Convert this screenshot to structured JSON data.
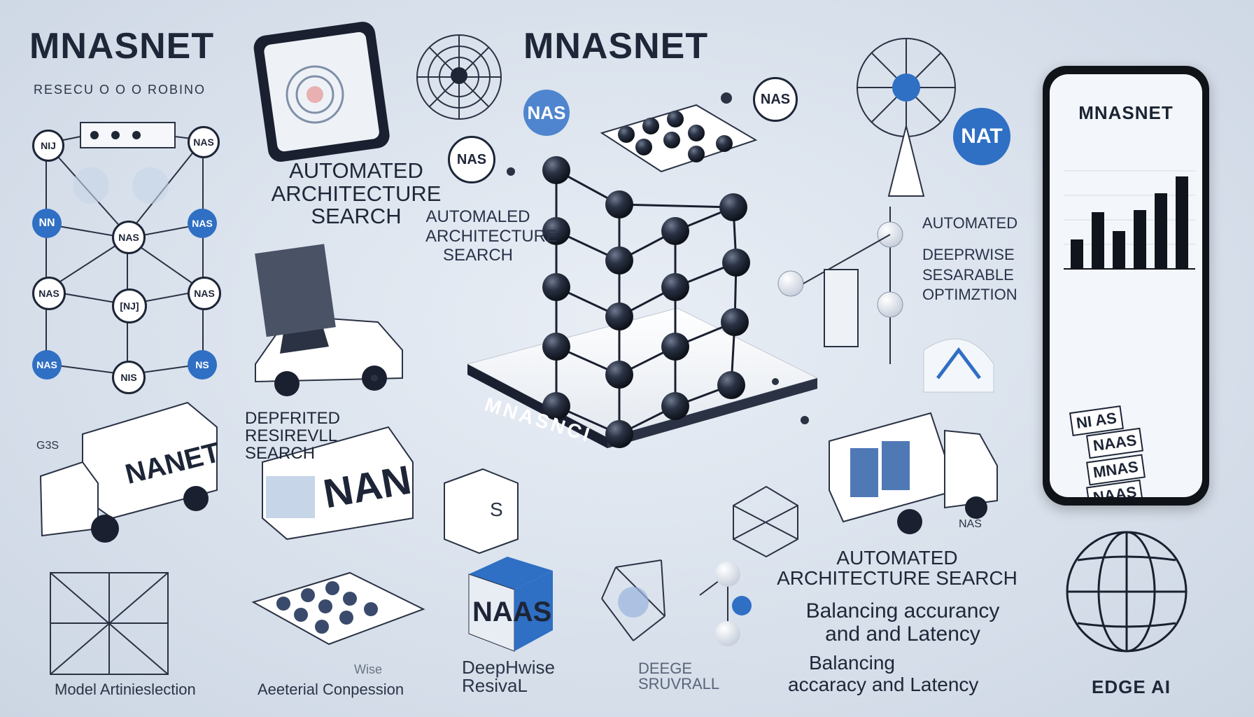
{
  "headings": {
    "left_title": "MNASNET",
    "center_title": "MNASNET"
  },
  "left_column": {
    "scribble": "RESECU O O O ROBINO",
    "node_labels": [
      "NIJ",
      "NN",
      "NAS",
      "NAS",
      "NAS",
      "[NJ]",
      "NAS",
      "NAS",
      "NIS",
      "NS",
      "NAS"
    ],
    "truck_sign": "NANET",
    "truck_note": "G3S",
    "bottom_caption": "Model Artinieslection"
  },
  "second_column": {
    "automated": [
      "AUTOMATED",
      "ARCHITECTURE",
      "SEARCH"
    ],
    "deprited": [
      "DEPFRITED",
      "RESIREVLL",
      "SEARCH"
    ],
    "van_sign": "NAN",
    "bottom_caption": "Aeeterial Conpession"
  },
  "center": {
    "automated_small": [
      "AUTOMALED",
      "ARCHITECTURE",
      "SEARCH"
    ],
    "nas_badge": "NAS",
    "nas_cube_badge": "NAS",
    "platform_label": "MNASNCI",
    "box_letter": "S",
    "cube_letters": "NAAS",
    "deephwise": [
      "DeepHwise",
      "ResivaL"
    ],
    "deege": [
      "DEEGE",
      "SRUVRALL"
    ],
    "wise_note": "Wise"
  },
  "right_middle": {
    "nas_pin": "NAS",
    "nat_badge": "NAT",
    "automated_small": "AUTOMATED",
    "depthwise": [
      "DEEPRWISE",
      "SESARABLE",
      "OPTIMZTION"
    ],
    "truck_note": "NAS"
  },
  "bottom_right": {
    "automated": [
      "AUTOMATED",
      "ARCHITECTURE SEARCH"
    ],
    "balancing1": [
      "Balancing accurancy",
      "and and Latency"
    ],
    "balancing2": [
      "Balancing",
      "accaracy and Latency"
    ],
    "edge_ai": "EDGE AI"
  },
  "phone": {
    "title": "MNASNET",
    "bar_values": [
      0.28,
      0.54,
      0.36,
      0.56,
      0.72,
      0.88
    ],
    "ribbons": [
      "NAAS",
      "MNAS",
      "NAAS"
    ],
    "small_ribbon": "NI AS"
  },
  "colors": {
    "accent_blue": "#2f6fc4",
    "dark_node": "#1f2635",
    "background": "#d9e1ec"
  }
}
